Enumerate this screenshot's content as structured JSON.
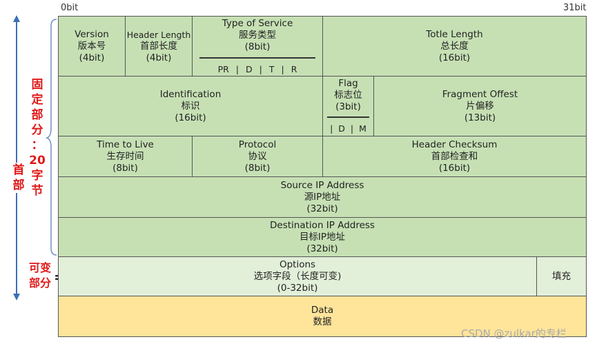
{
  "bit_labels": {
    "start": "0bit",
    "end": "31bit"
  },
  "side_labels": {
    "header": [
      "首",
      "部"
    ],
    "fixed": [
      "固",
      "定",
      "部",
      "分",
      "：",
      "20",
      "字",
      "节"
    ],
    "variable": [
      "可变",
      "部分"
    ],
    "equals": "="
  },
  "rows": {
    "r1": {
      "version": [
        "Version",
        "版本号",
        "(4bit)"
      ],
      "header_length": [
        "Header Length",
        "首部长度",
        "(4bit)"
      ],
      "tos": [
        "Type of Service",
        "服务类型",
        "(8bit)"
      ],
      "tos_flags": [
        "PR",
        "|",
        "D",
        "|",
        "T",
        "|",
        "R"
      ],
      "total_length": [
        "Totle Length",
        "总长度",
        "(16bit)"
      ]
    },
    "r2": {
      "identification": [
        "Identification",
        "标识",
        "(16bit)"
      ],
      "flag": [
        "Flag",
        "标志位",
        "(3bit)"
      ],
      "flag_bits": [
        "|",
        "D",
        "|",
        "M"
      ],
      "fragment_offset": [
        "Fragment Offest",
        "片偏移",
        "(13bit)"
      ]
    },
    "r3": {
      "ttl": [
        "Time to Live",
        "生存时间",
        "(8bit)"
      ],
      "protocol": [
        "Protocol",
        "协议",
        "(8bit)"
      ],
      "checksum": [
        "Header Checksum",
        "首部检查和",
        "(16bit)"
      ]
    },
    "r4": {
      "source": [
        "Source IP Address",
        "源IP地址",
        "(32bit)"
      ]
    },
    "r5": {
      "destination": [
        "Destination IP Address",
        "目标IP地址",
        "(32bit)"
      ]
    },
    "r6": {
      "options": [
        "Options",
        "选项字段（长度可变)",
        "(0-32bit)"
      ],
      "padding": "填充"
    },
    "r7": {
      "data": [
        "Data",
        "数据"
      ]
    }
  },
  "watermark": "CSDN @zulkar的专栏",
  "colors": {
    "fixed_cell": "#c6e0b4",
    "options_cell": "#e2efd9",
    "data_cell": "#ffe59a",
    "label_red": "#e01a1a",
    "arrow_blue": "#3b6fb6"
  }
}
